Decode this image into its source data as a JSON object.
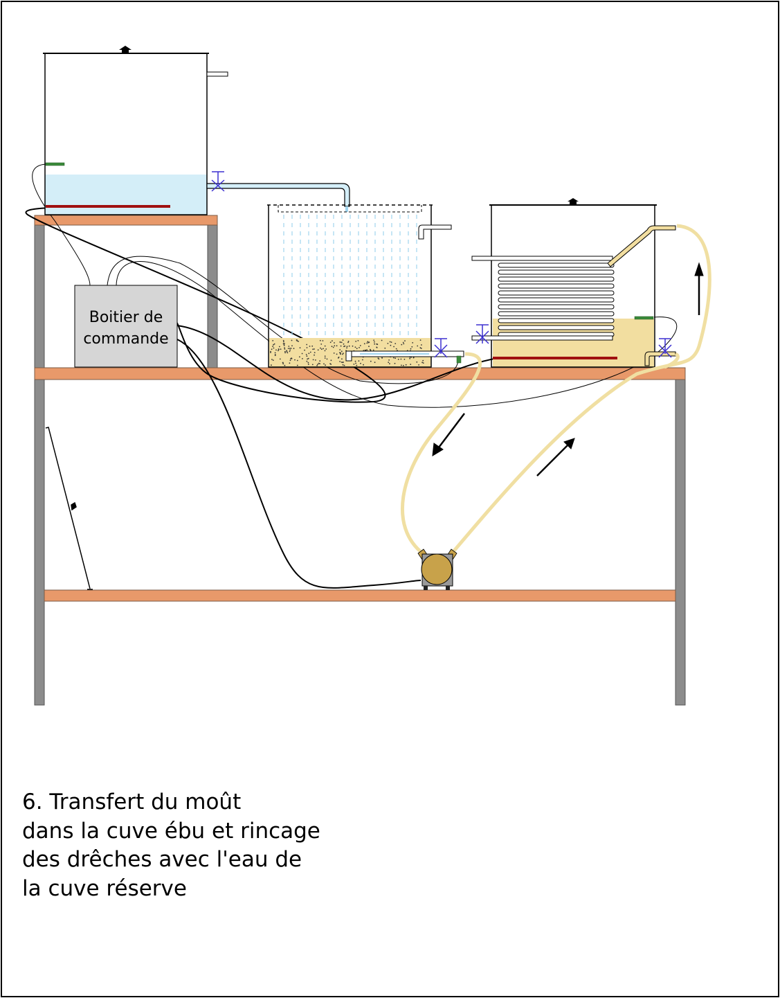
{
  "control_box": {
    "line1": "Boitier de",
    "line2": "commande"
  },
  "caption": {
    "lines": [
      "6. Transfert du moût",
      "dans la cuve ébu et rincage",
      "des drêches avec l'eau de",
      "la cuve réserve"
    ]
  },
  "colors": {
    "shelf": "#e8996a",
    "leg": "#8c8c8c",
    "water": "#d4eef8",
    "wort": "#f2dea0",
    "hose": "#f0dfa2",
    "heater": "#a01010",
    "valve": "#3b2fd0",
    "sensor": "#3a8a3a",
    "pump": "#c8a24a",
    "control_box": "#d6d6d6"
  }
}
